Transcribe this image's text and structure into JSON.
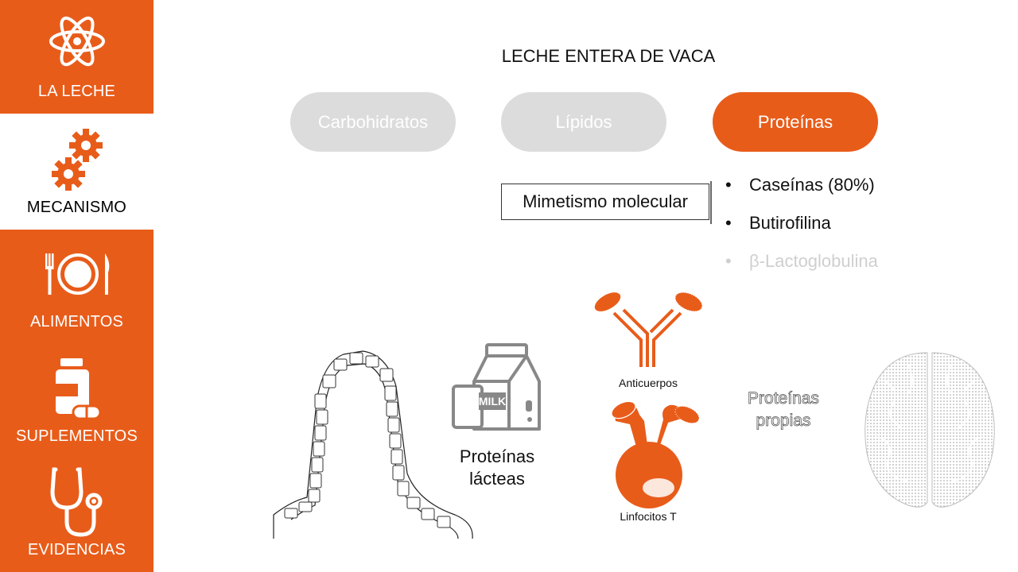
{
  "sidebar": {
    "items": [
      {
        "label": "LA LECHE",
        "icon": "atom-icon",
        "active": false
      },
      {
        "label": "MECANISMO",
        "icon": "gears-icon",
        "active": true
      },
      {
        "label": "ALIMENTOS",
        "icon": "plate-cutlery-icon",
        "active": false
      },
      {
        "label": "SUPLEMENTOS",
        "icon": "pill-bottle-icon",
        "active": false
      },
      {
        "label": "EVIDENCIAS",
        "icon": "stethoscope-icon",
        "active": false
      }
    ]
  },
  "main": {
    "title": "LECHE ENTERA DE VACA",
    "tabs": [
      {
        "label": "Carbohidratos",
        "active": false
      },
      {
        "label": "Lípidos",
        "active": false
      },
      {
        "label": "Proteínas",
        "active": true
      }
    ],
    "mimicry_label": "Mimetismo molecular",
    "proteins": [
      {
        "text": "Caseínas (80%)",
        "dimmed": false
      },
      {
        "text": "Butirofilina",
        "dimmed": false
      },
      {
        "text": "β-Lactoglobulina",
        "dimmed": true
      }
    ],
    "bullet": "•"
  },
  "diagram": {
    "milk_proteins_line1": "Proteínas",
    "milk_proteins_line2": "lácteas",
    "milk_carton_text": "MILK",
    "antibodies_label": "Anticuerpos",
    "t_cells_label": "Linfocitos T",
    "self_proteins_line1": "Proteínas",
    "self_proteins_line2": "propias"
  },
  "colors": {
    "accent": "#e85c1a",
    "inactive_tab": "#dcdcdc",
    "dim_text": "#cfcfcf"
  }
}
